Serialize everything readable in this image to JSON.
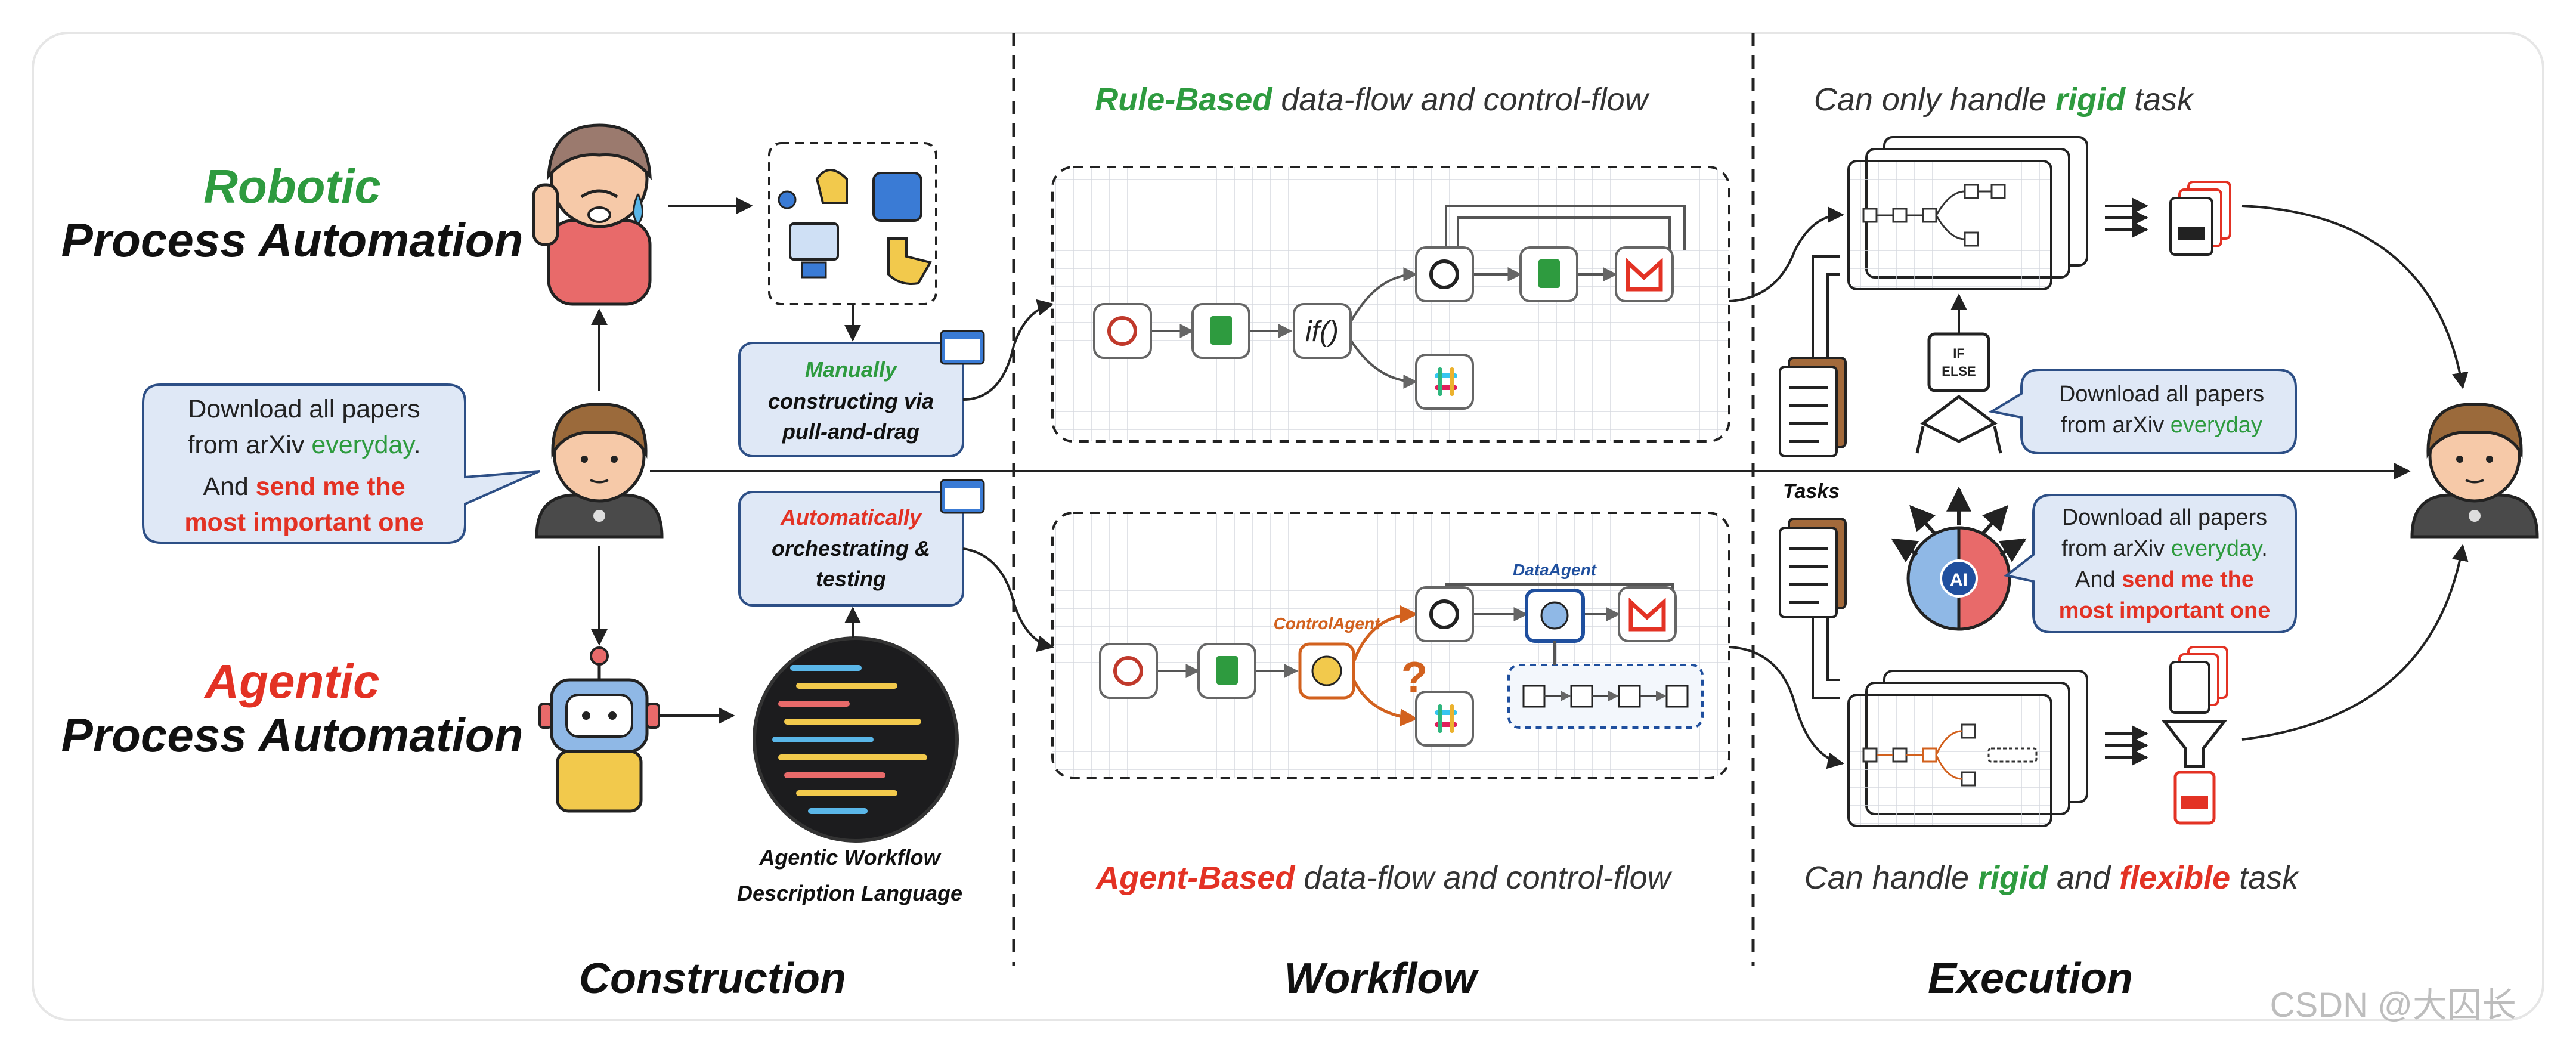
{
  "rpa": {
    "title_line1": "Robotic",
    "title_line2": "Process Automation",
    "manual_box": {
      "line1": "Manually",
      "line2": "constructing via",
      "line3": "pull-and-drag"
    }
  },
  "apa": {
    "title_line1": "Agentic",
    "title_line2": "Process Automation",
    "auto_box": {
      "line1": "Automatically",
      "line2": "orchestrating &",
      "line3": "testing"
    },
    "language_label_line1": "Agentic Workflow",
    "language_label_line2": "Description Language"
  },
  "user_bubble": {
    "line1": "Download all papers",
    "line2_prefix": "from arXiv ",
    "line2_highlight": "everyday",
    "line2_suffix": ".",
    "line3_prefix": "And ",
    "line3_highlight": "send me the",
    "line4_highlight": "most important one"
  },
  "workflow": {
    "top_caption_highlight": "Rule-Based",
    "top_caption_rest": " data-flow and control-flow",
    "bottom_caption_highlight": "Agent-Based",
    "bottom_caption_rest": " data-flow and control-flow",
    "if_node_label": "if()",
    "control_agent_label": "ControlAgent",
    "data_agent_label": "DataAgent",
    "question_mark": "?"
  },
  "execution": {
    "top_caption_prefix": "Can only handle ",
    "top_caption_highlight": "rigid",
    "top_caption_suffix": " task",
    "bottom_caption_prefix": "Can handle ",
    "bottom_caption_highlight1": "rigid",
    "bottom_caption_middle": " and ",
    "bottom_caption_highlight2": "flexible",
    "bottom_caption_suffix": " task",
    "tasks_label": "Tasks",
    "if_else_line1": "IF",
    "if_else_line2": "ELSE",
    "bubble_top": {
      "line1": "Download all papers",
      "line2_prefix": "from arXiv ",
      "line2_highlight": "everyday"
    },
    "bubble_bottom": {
      "line1": "Download all papers",
      "line2_prefix": "from arXiv ",
      "line2_highlight": "everyday",
      "line2_suffix": ".",
      "line3_prefix": "And ",
      "line3_highlight": "send me the",
      "line4_highlight": "most important one"
    },
    "ai_label": "AI"
  },
  "columns": {
    "construction": "Construction",
    "workflow": "Workflow",
    "execution": "Execution"
  },
  "watermark": "CSDN @大囚长",
  "colors": {
    "green": "#2e9b3f",
    "red": "#e33224",
    "orange": "#d2611e",
    "bubble_fill": "#dfe8f6",
    "bubble_stroke": "#2d4f86"
  }
}
